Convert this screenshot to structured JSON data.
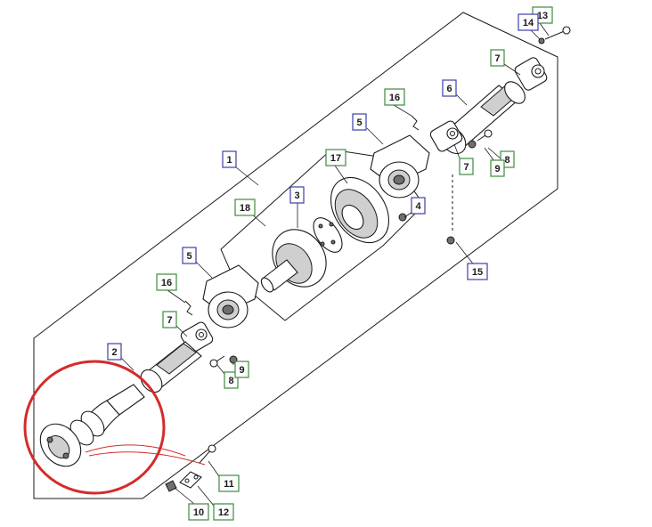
{
  "diagram": {
    "callout_labels": [
      {
        "text": "1",
        "style": "blue"
      },
      {
        "text": "2",
        "style": "blue"
      },
      {
        "text": "3",
        "style": "blue"
      },
      {
        "text": "4",
        "style": "blue"
      },
      {
        "text": "5",
        "style": "blue"
      },
      {
        "text": "5",
        "style": "blue"
      },
      {
        "text": "6",
        "style": "blue"
      },
      {
        "text": "7",
        "style": "green"
      },
      {
        "text": "7",
        "style": "green"
      },
      {
        "text": "7",
        "style": "green"
      },
      {
        "text": "8",
        "style": "green"
      },
      {
        "text": "8",
        "style": "green"
      },
      {
        "text": "9",
        "style": "green"
      },
      {
        "text": "9",
        "style": "green"
      },
      {
        "text": "10",
        "style": "green"
      },
      {
        "text": "11",
        "style": "green"
      },
      {
        "text": "12",
        "style": "green"
      },
      {
        "text": "13",
        "style": "green"
      },
      {
        "text": "14",
        "style": "blue"
      },
      {
        "text": "15",
        "style": "blue"
      },
      {
        "text": "16",
        "style": "green"
      },
      {
        "text": "16",
        "style": "green"
      },
      {
        "text": "17",
        "style": "green"
      },
      {
        "text": "18",
        "style": "green"
      }
    ],
    "colors": {
      "blue_border": "#3b3fa8",
      "green_border": "#3d8a3d",
      "tag_fill": "#ffffff",
      "line": "#1a1a1a",
      "highlight_circle": "#d42b2b"
    }
  }
}
